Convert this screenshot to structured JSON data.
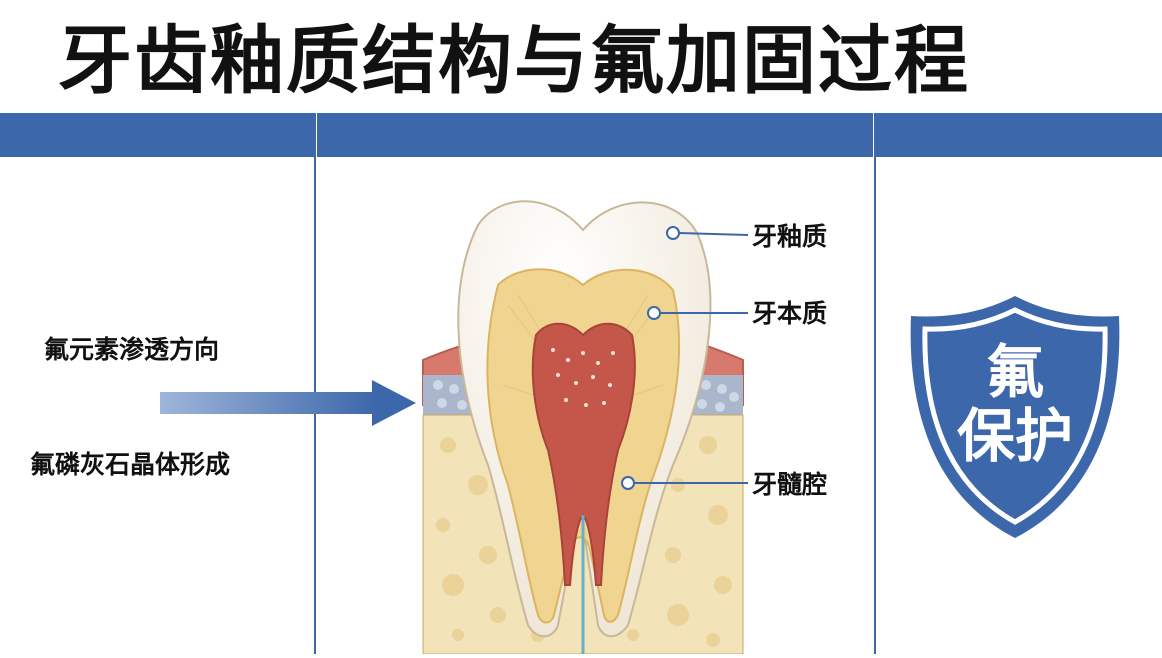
{
  "title": "牙齿釉质结构与氟加固过程",
  "left_panel": {
    "label_top": "氟元素渗透方向",
    "label_bottom": "氟磷灰石晶体形成"
  },
  "tooth_labels": {
    "enamel": "牙釉质",
    "dentin": "牙本质",
    "pulp": "牙髓腔"
  },
  "shield": {
    "line1": "氟",
    "line2": "保护"
  },
  "colors": {
    "accent": "#3d67ab",
    "enamel": "#f5efe6",
    "dentin": "#f0d590",
    "pulp": "#c4574a",
    "gum": "#d77a6d",
    "bone": "#f2e3b8"
  }
}
